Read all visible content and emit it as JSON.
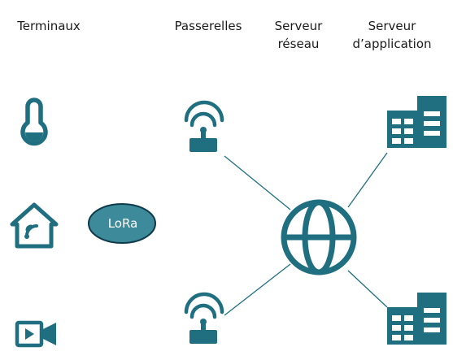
{
  "headings": {
    "terminals": "Terminaux",
    "gateways": "Passerelles",
    "network_server": [
      "Serveur",
      "réseau"
    ],
    "application_server": [
      "Serveur",
      "d’application"
    ]
  },
  "lora_label": "LoRa",
  "colors": {
    "accent": "#1f6f80",
    "lora_fill": "#3d8a9a",
    "lora_stroke": "#0f3a4a",
    "text": "#1b1b1b",
    "link": "#1f6f80"
  },
  "icons": {
    "terminals": [
      "thermometer-icon",
      "smart-home-icon",
      "video-camera-icon"
    ],
    "gateways": [
      "gateway-antenna-icon",
      "gateway-antenna-icon"
    ],
    "network_server": "globe-icon",
    "application_servers": [
      "building-icon",
      "building-icon"
    ]
  }
}
